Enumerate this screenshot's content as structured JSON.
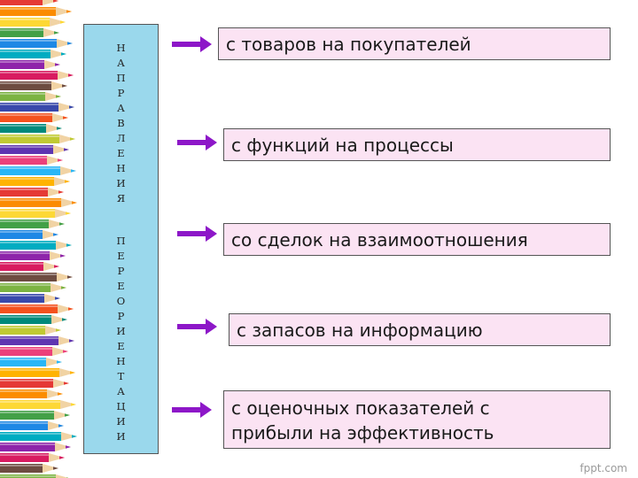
{
  "vertical_label": {
    "word1": [
      "Н",
      "А",
      "П",
      "Р",
      "А",
      "В",
      "Л",
      "Е",
      "Н",
      "И",
      "Я"
    ],
    "word2": [
      "П",
      "Е",
      "Р",
      "Е",
      "О",
      "Р",
      "И",
      "Е",
      "Н",
      "Т",
      "А",
      "Ц",
      "И",
      "И"
    ]
  },
  "items": [
    {
      "text": "с товаров на покупателей"
    },
    {
      "text": "с функций на процессы"
    },
    {
      "text": "со сделок на взаимоотношения"
    },
    {
      "text": "с запасов на информацию"
    },
    {
      "text": "с оценочных показателей с прибыли на эффективность"
    }
  ],
  "colors": {
    "bar": "#9ad8ec",
    "box": "#fbe3f3",
    "arrow": "#8d17c8"
  },
  "watermark": "fppt.com"
}
